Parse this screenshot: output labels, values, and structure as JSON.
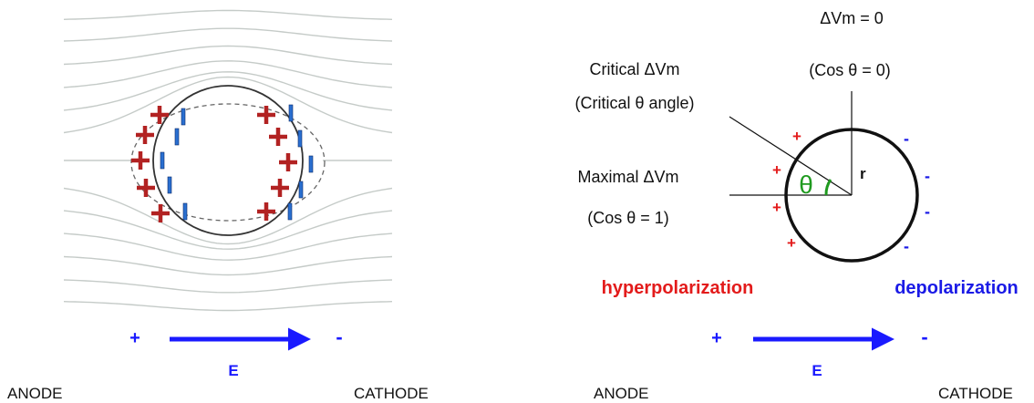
{
  "left_panel": {
    "anode_label": "ANODE",
    "cathode_label": "CATHODE",
    "field_label": "E",
    "plus_sign": "+",
    "minus_sign": "-"
  },
  "right_panel": {
    "zero_label": "ΔVm = 0",
    "zero_sub": "(Cos θ = 0)",
    "critical_label": "Critical ΔVm",
    "critical_sub": "(Critical θ angle)",
    "maximal_label": "Maximal ΔVm",
    "maximal_sub": "(Cos θ = 1)",
    "theta_symbol": "θ",
    "radius_symbol": "r",
    "hyperpolarization_label": "hyperpolarization",
    "depolarization_label": "depolarization",
    "anode_label": "ANODE",
    "cathode_label": "CATHODE",
    "field_label": "E",
    "plus_sign": "+",
    "minus_sign": "-"
  },
  "colors": {
    "field_arrow": "#1a1aff",
    "positive_charge": "#b22222",
    "negative_charge": "#2a6fd0",
    "hyperpolarization": "#e31b1b",
    "depolarization": "#1a1ae6",
    "theta": "#1f9a1f",
    "field_lines": "#c5cbc8"
  }
}
